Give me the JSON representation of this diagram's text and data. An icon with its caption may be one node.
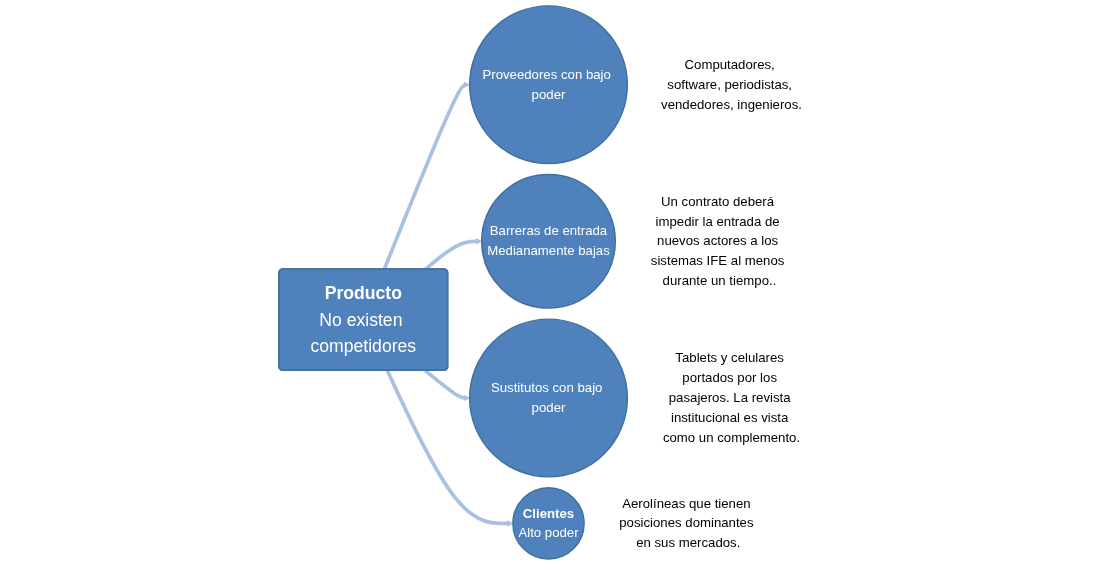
{
  "diagram": {
    "nodes": [
      {
        "text": [
          "Proveedores con bajo poder"
        ],
        "beside": [
          "Computadores, software, periodistas, vendedores, ingenieros."
        ]
      },
      {
        "text": [
          "Barreras de entrada",
          "Medianamente bajas"
        ],
        "beside": [
          "Un contrato deberá impedir la entrada de nuevos actores a los sistemas IFE al menos durante un tiempo.."
        ]
      },
      {
        "text": [
          "Producto",
          "No existen competidores"
        ]
      },
      {
        "text": [
          "Sustitutos con bajo poder"
        ],
        "beside": [
          "Tablets y celulares portados por los pasajeros. La revista institucional es vista como un complemento."
        ]
      },
      {
        "text": [
          "Clientes",
          "Alto poder"
        ],
        "beside": [
          "Aerolíneas que tienen posiciones dominantes en sus mercados."
        ]
      }
    ],
    "edges": [
      {
        "from": 2,
        "to": 0,
        "arrow": "to"
      },
      {
        "from": 2,
        "to": 1,
        "arrow": "to"
      },
      {
        "from": 2,
        "to": 3,
        "arrow": "to"
      },
      {
        "from": 2,
        "to": 4,
        "arrow": "to"
      }
    ]
  }
}
